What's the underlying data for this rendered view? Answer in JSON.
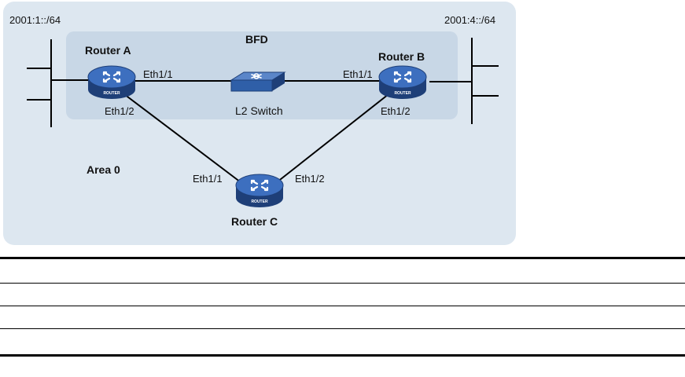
{
  "diagram": {
    "area_label": "Area 0",
    "bfd_label": "BFD",
    "prefix_left": "2001:1::/64",
    "prefix_right": "2001:4::/64",
    "devices": {
      "router_a": {
        "name": "Router A",
        "icon_text": "ROUTER"
      },
      "router_b": {
        "name": "Router B",
        "icon_text": "ROUTER"
      },
      "router_c": {
        "name": "Router C",
        "icon_text": "ROUTER"
      },
      "switch": {
        "name": "L2 Switch"
      }
    },
    "interfaces": {
      "a_eth1_1": "Eth1/1",
      "a_eth1_2": "Eth1/2",
      "b_eth1_1": "Eth1/1",
      "b_eth1_2": "Eth1/2",
      "c_eth1_1": "Eth1/1",
      "c_eth1_2": "Eth1/2"
    },
    "colors": {
      "area_fill": "#dde7f0",
      "bfd_fill": "#c8d7e6",
      "router_blue": "#2f5fa8"
    }
  },
  "table": {
    "rows": [
      "",
      "",
      "",
      ""
    ]
  }
}
